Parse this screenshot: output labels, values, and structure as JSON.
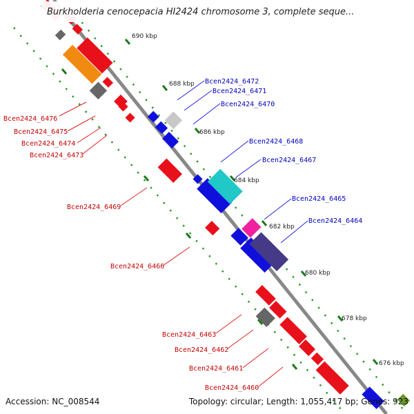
{
  "title": "Burkholderia cenocepacia HI2424 chromosome 3, complete seque...",
  "footer": {
    "accession": "Accession: NC_008544",
    "summary": "Topology: circular; Length: 1,055,417 bp; Genes: 923"
  },
  "ticks": [
    "690 kbp",
    "688 kbp",
    "686 kbp",
    "684 kbp",
    "682 kbp",
    "680 kbp",
    "678 kbp",
    "676 kbp"
  ],
  "genes_left": [
    "Bcen2424_6476",
    "Bcen2424_6475",
    "Bcen2424_6474",
    "Bcen2424_6473",
    "Bcen2424_6469",
    "Bcen2424_6466",
    "Bcen2424_6463",
    "Bcen2424_6462",
    "Bcen2424_6461",
    "Bcen2424_6460"
  ],
  "genes_right": [
    "Bcen2424_6472",
    "Bcen2424_6471",
    "Bcen2424_6470",
    "Bcen2424_6468",
    "Bcen2424_6467",
    "Bcen2424_6465",
    "Bcen2424_6464"
  ],
  "colors": {
    "forward": "#e8101a",
    "reverse": "#1010dd",
    "backbone": "#8a8a8a",
    "tick": "#1a8a1a",
    "left_label": "#c40000",
    "right_label": "#0000bb",
    "accent_orange": "#f08a10",
    "accent_cyan": "#20c8c8",
    "accent_pink": "#f020a0",
    "accent_purple": "#443a88",
    "grey_gene": "#777777"
  }
}
